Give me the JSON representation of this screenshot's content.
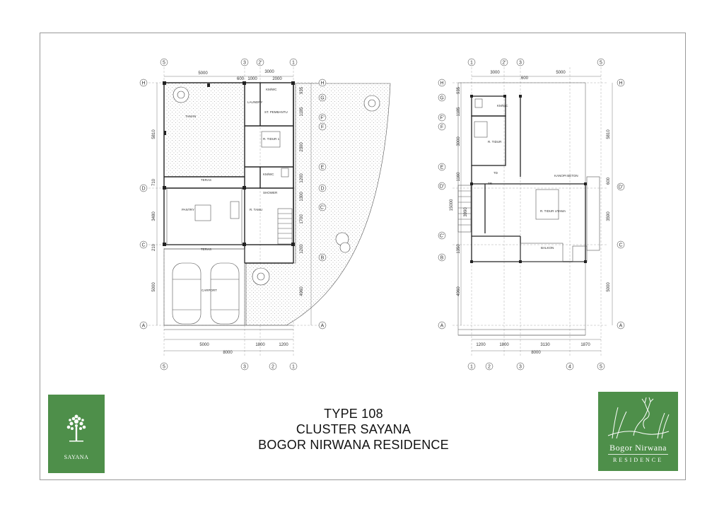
{
  "title": {
    "line1": "TYPE 108",
    "line2": "CLUSTER SAYANA",
    "line3": "BOGOR NIRWANA RESIDENCE"
  },
  "logos": {
    "left": {
      "name": "SAYANA",
      "icon": "tree-icon"
    },
    "right": {
      "name": "Bogor Nirwana",
      "sub": "RESIDENCE",
      "icon": "deer-icon"
    }
  },
  "colors": {
    "logo_bg": "#4e8f4a",
    "line": "#333333",
    "garden": "#cfcfcf"
  },
  "ground_floor": {
    "top_axes": [
      "5",
      "3",
      "2'",
      "1"
    ],
    "bottom_axes": [
      "5",
      "3",
      "2",
      "1"
    ],
    "left_axes": [
      "H",
      "D",
      "C",
      "A"
    ],
    "right_axes": [
      "H",
      "G",
      "F'",
      "F",
      "E",
      "D",
      "C'",
      "B",
      "A"
    ],
    "top_dims": [
      "5000",
      "600",
      "1000",
      "3000",
      "2000"
    ],
    "bottom_dims": [
      "5000",
      "1800",
      "1200"
    ],
    "bottom_total": "8000",
    "left_dims": [
      "5810",
      "710",
      "3480",
      "210",
      "5000"
    ],
    "right_dims": [
      "935",
      "1185",
      "2300",
      "1200",
      "1300",
      "1700",
      "1200",
      "4960"
    ],
    "rooms": [
      "LAUNDRY",
      "ST. PEMBANTU",
      "R. TIDUR 1",
      "KM/WC",
      "TAMAN",
      "TERAS",
      "PANTRY",
      "R. TAMU",
      "SHOWER",
      "TERAS",
      "CARPORT",
      "KM/WC"
    ]
  },
  "upper_floor": {
    "top_axes": [
      "1",
      "2'",
      "3",
      "5"
    ],
    "bottom_axes": [
      "1",
      "2",
      "3",
      "4",
      "5"
    ],
    "left_axes": [
      "H",
      "G",
      "F'",
      "F",
      "E",
      "D'",
      "C'",
      "B",
      "A"
    ],
    "right_axes": [
      "H",
      "D'",
      "C",
      "A"
    ],
    "top_dims": [
      "3000",
      "600",
      "5000"
    ],
    "bottom_dims": [
      "1200",
      "1800",
      "3130",
      "1870"
    ],
    "bottom_total": "8000",
    "left_dims": [
      "935",
      "1185",
      "3000",
      "1160",
      "3990",
      "15000",
      "1350",
      "4960"
    ],
    "right_dims": [
      "5810",
      "600",
      "3590",
      "5000"
    ],
    "rooms": [
      "KM/WC",
      "R. TIDUR",
      "R. TIDUR UTAMA",
      "KANOPI BETON",
      "BALKON",
      "TD",
      "TR"
    ]
  }
}
